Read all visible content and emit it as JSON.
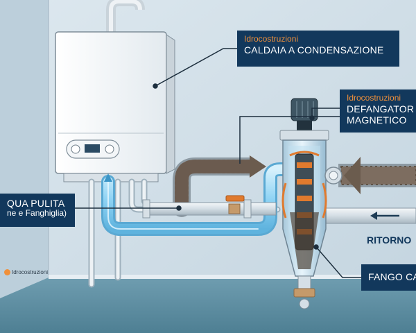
{
  "labels": {
    "caldaia": {
      "brand": "Idrocostruzioni",
      "title": "CALDAIA A CONDENSAZIONE"
    },
    "defangatore": {
      "brand": "Idrocostruzioni",
      "line1": "DEFANGATOR",
      "line2": "MAGNETICO"
    },
    "acqua": {
      "line1": "QUA PULITA",
      "line2": "ne e Fanghiglia)"
    },
    "ritorno": "RITORNO",
    "fango": "FANGO CA"
  },
  "logo": {
    "text": "Idrocostruzioni"
  },
  "colors": {
    "wall": "#cfdde7",
    "floor": "#5e8fa2",
    "callout_bg": "#12385c",
    "brand_orange": "#f0903a",
    "clean_water": "#8fd3f4",
    "dirty_flow": "#6b5c4e"
  }
}
